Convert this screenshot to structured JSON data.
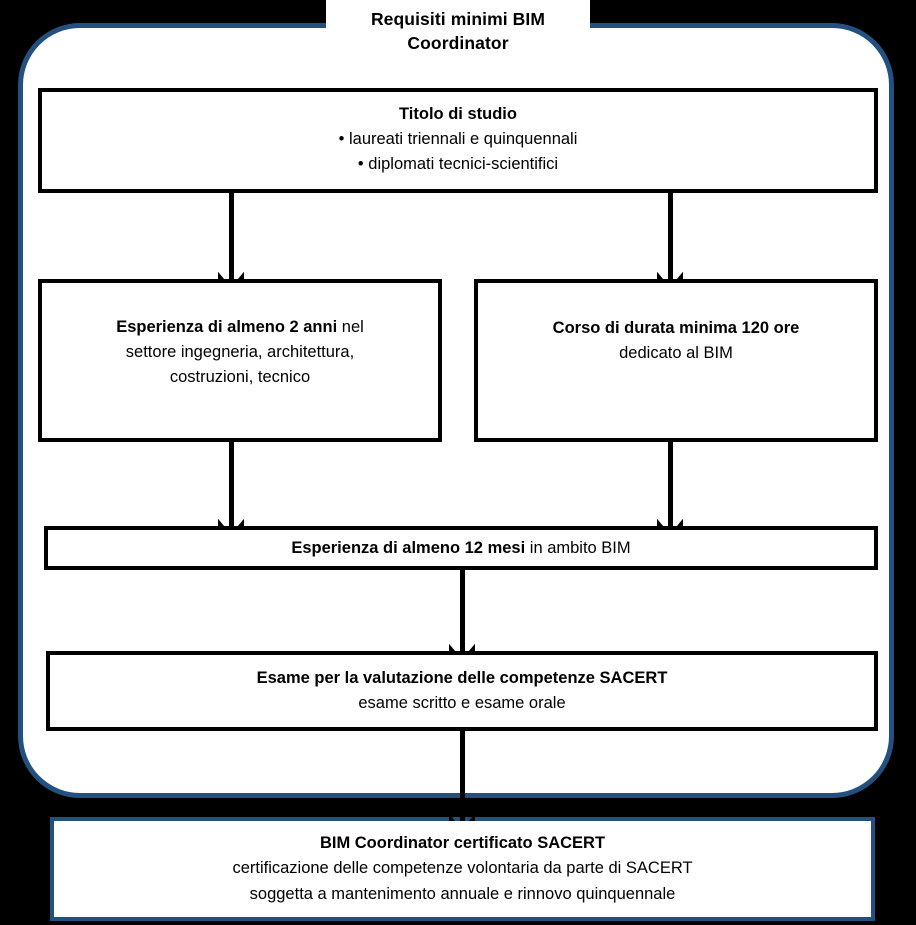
{
  "diagram": {
    "title_line1": "Requisiti minimi BIM",
    "title_line2": "Coordinator",
    "accent_color": "#23517F",
    "background_color": "#000000",
    "panel_color": "#FFFFFF",
    "box_border_color": "#000000"
  },
  "boxes": {
    "titolo": {
      "heading": "Titolo di studio",
      "bullet1": "• laureati triennali e quinquennali",
      "bullet2": "• diplomati tecnici-scientifici"
    },
    "esperienza2": {
      "line1_bold": "Esperienza di almeno 2 anni",
      "line1_reg": " nel",
      "line2": "settore ingegneria,  architettura,",
      "line3": "costruzioni, tecnico"
    },
    "corso": {
      "line1_bold": "Corso di durata minima 120 ore",
      "line2": "dedicato al BIM"
    },
    "esperienza12": {
      "line1_bold": "Esperienza di almeno 12 mesi",
      "line1_reg": " in ambito BIM"
    },
    "esame": {
      "line1_bold": "Esame per la valutazione delle competenze SACERT",
      "line2": "esame scritto e esame orale"
    },
    "finale": {
      "line1_bold": "BIM Coordinator certificato SACERT",
      "line2": "certificazione delle competenze volontaria da parte di SACERT",
      "line3": "soggetta a mantenimento annuale  e rinnovo quinquennale"
    }
  }
}
